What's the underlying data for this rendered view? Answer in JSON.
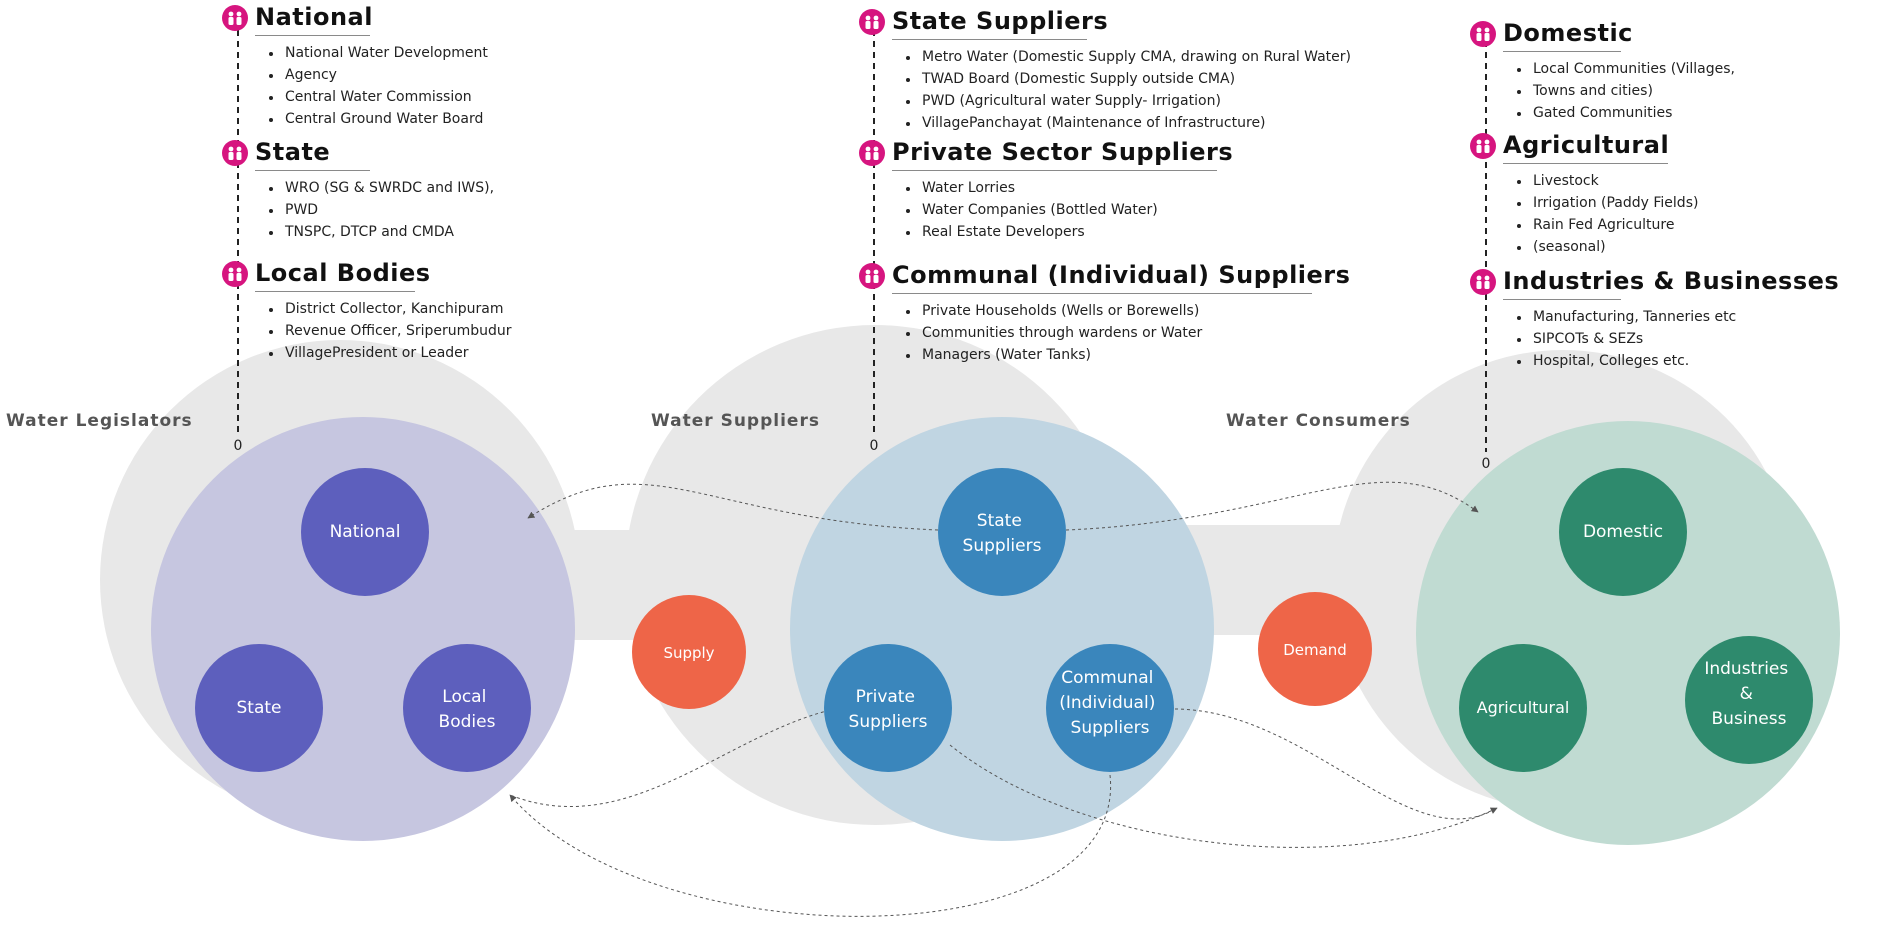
{
  "groups": {
    "legislators": {
      "label": "Water Legislators",
      "nodes": {
        "national": [
          "National"
        ],
        "state": [
          "State"
        ],
        "local": [
          "Local",
          "Bodies"
        ]
      },
      "panels": {
        "national": {
          "title": "National",
          "items": [
            "National Water Development",
            "Agency",
            "Central Water Commission",
            "Central Ground Water Board"
          ]
        },
        "state": {
          "title": "State",
          "items": [
            "WRO (SG & SWRDC and IWS),",
            "PWD",
            "TNSPC, DTCP and CMDA"
          ]
        },
        "local": {
          "title": "Local Bodies",
          "items": [
            "District Collector, Kanchipuram",
            "Revenue Officer, Sriperumbudur",
            "VillagePresident or Leader"
          ]
        }
      }
    },
    "suppliers": {
      "label": "Water Suppliers",
      "nodes": {
        "state": [
          "State",
          "Suppliers"
        ],
        "private": [
          "Private",
          "Suppliers"
        ],
        "communal": [
          "Communal",
          "(Individual)",
          "Suppliers"
        ]
      },
      "panels": {
        "state": {
          "title": "State Suppliers",
          "items": [
            "Metro Water (Domestic Supply CMA, drawing on Rural Water)",
            "TWAD Board (Domestic Supply outside CMA)",
            "PWD (Agricultural water Supply- Irrigation)",
            "VillagePanchayat (Maintenance of Infrastructure)"
          ]
        },
        "private": {
          "title": "Private Sector Suppliers",
          "items": [
            "Water Lorries",
            "Water Companies (Bottled Water)",
            "Real Estate Developers"
          ]
        },
        "communal": {
          "title": "Communal (Individual) Suppliers",
          "items": [
            "Private Households (Wells or Borewells)",
            "Communities through wardens or Water",
            "Managers (Water Tanks)"
          ]
        }
      }
    },
    "consumers": {
      "label": "Water Consumers",
      "nodes": {
        "domestic": [
          "Domestic"
        ],
        "agricultural": [
          "Agricultural"
        ],
        "industries": [
          "Industries",
          "&",
          "Business"
        ]
      },
      "panels": {
        "domestic": {
          "title": "Domestic",
          "items": [
            "Local Communities (Villages,",
            "Towns and cities)",
            "Gated Communities"
          ]
        },
        "agricultural": {
          "title": "Agricultural",
          "items": [
            "Livestock",
            "Irrigation (Paddy Fields)",
            "Rain Fed Agriculture",
            "(seasonal)"
          ]
        },
        "industries": {
          "title": "Industries & Businesses",
          "items": [
            "Manufacturing, Tanneries etc",
            "SIPCOTs & SEZs",
            "Hospital, Colleges etc."
          ]
        }
      }
    }
  },
  "connectors": {
    "supply": "Supply",
    "demand": "Demand"
  },
  "timeline_marker": "0",
  "colors": {
    "outer_gray": "#e8e8e8",
    "legislators_fill": "#c6c6e0",
    "legislators_node": "#5d5fbd",
    "suppliers_fill": "#c0d5e2",
    "suppliers_node": "#3a86bc",
    "consumers_fill": "#c0dbd2",
    "consumers_node": "#2e8a6d",
    "connector": "#ee6548",
    "icon": "#d6157f"
  },
  "icons": {
    "panel": "people-icon"
  }
}
